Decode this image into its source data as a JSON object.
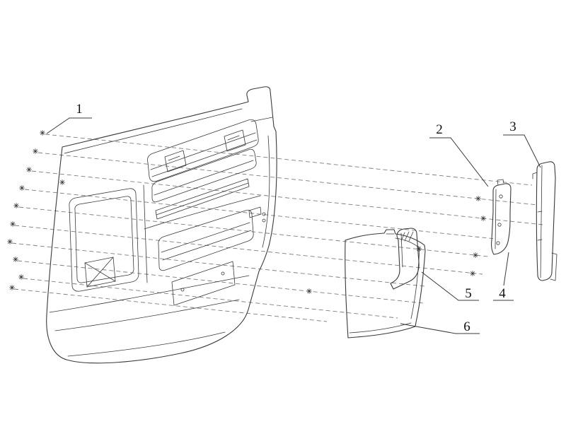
{
  "diagram": {
    "type": "exploded-parts-diagram",
    "subject": "truck front fascia and side bracket assembly",
    "background_color": "#ffffff",
    "line_color": "#3a3a3a",
    "dash_color": "#7d7d7d",
    "text_color": "#111111",
    "callouts": [
      {
        "label": "1"
      },
      {
        "label": "2"
      },
      {
        "label": "3"
      },
      {
        "label": "4"
      },
      {
        "label": "5"
      },
      {
        "label": "6"
      }
    ]
  }
}
